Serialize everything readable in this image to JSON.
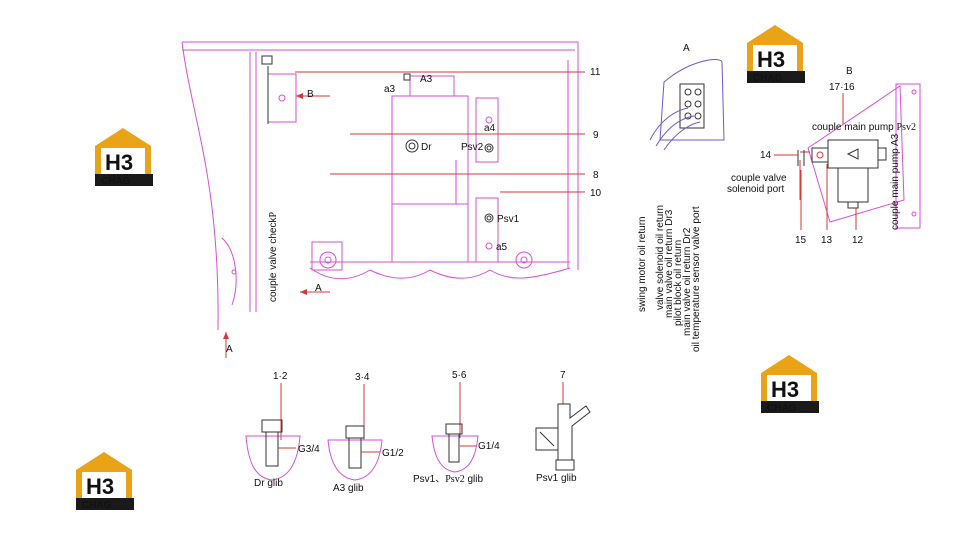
{
  "brand": {
    "logo_mark": "H3",
    "logo_text": "CHAG",
    "logo_color": "#e8a317",
    "logo_dark": "#1a1a1a"
  },
  "colors": {
    "outline": "#d64fd6",
    "leader": "#d23a3a",
    "ink": "#111111"
  },
  "main_view": {
    "labels": {
      "a3": "a3",
      "A3": "A3",
      "B": "B",
      "Dr": "Dr",
      "Psv2": "Psv2",
      "a4": "a4",
      "Psv1": "Psv1",
      "a5": "a5",
      "A_arrow": "A",
      "A_bottom": "A",
      "couple_valve_check": "couple valve check",
      "check_P": "P"
    },
    "callouts": {
      "n11": "11",
      "n9": "9",
      "n8": "8",
      "n10": "10"
    }
  },
  "detail_A": {
    "title": "A",
    "port_labels": [
      "swing motor oil return",
      "valve solenoid oil return",
      "main valve oil return Dr3",
      "pilot block oil return",
      "main valve oil return Dr2",
      "oil temperature sensor valve port"
    ]
  },
  "view_B": {
    "title": "B",
    "callout_top": "17·16",
    "pump_label_text": "couple main pump ",
    "pump_label_psv": "Psv2",
    "pump_a3_label": "couple main pump A3",
    "solenoid_label_line1": "couple valve",
    "solenoid_label_line2": "solenoid port",
    "callouts": {
      "n14": "14",
      "n15": "15",
      "n13": "13",
      "n12": "12"
    }
  },
  "fittings": [
    {
      "callout": "1·2",
      "thread": "G3/4",
      "caption": "Dr  glib"
    },
    {
      "callout": "3·4",
      "thread": "G1/2",
      "caption": "A3 glib"
    },
    {
      "callout": "5·6",
      "thread": "G1/4",
      "caption_pre": "Psv1、",
      "caption_psv": "Psv2",
      "caption_post": "  glib"
    },
    {
      "callout": "7",
      "caption": "Psv1  glib"
    }
  ]
}
